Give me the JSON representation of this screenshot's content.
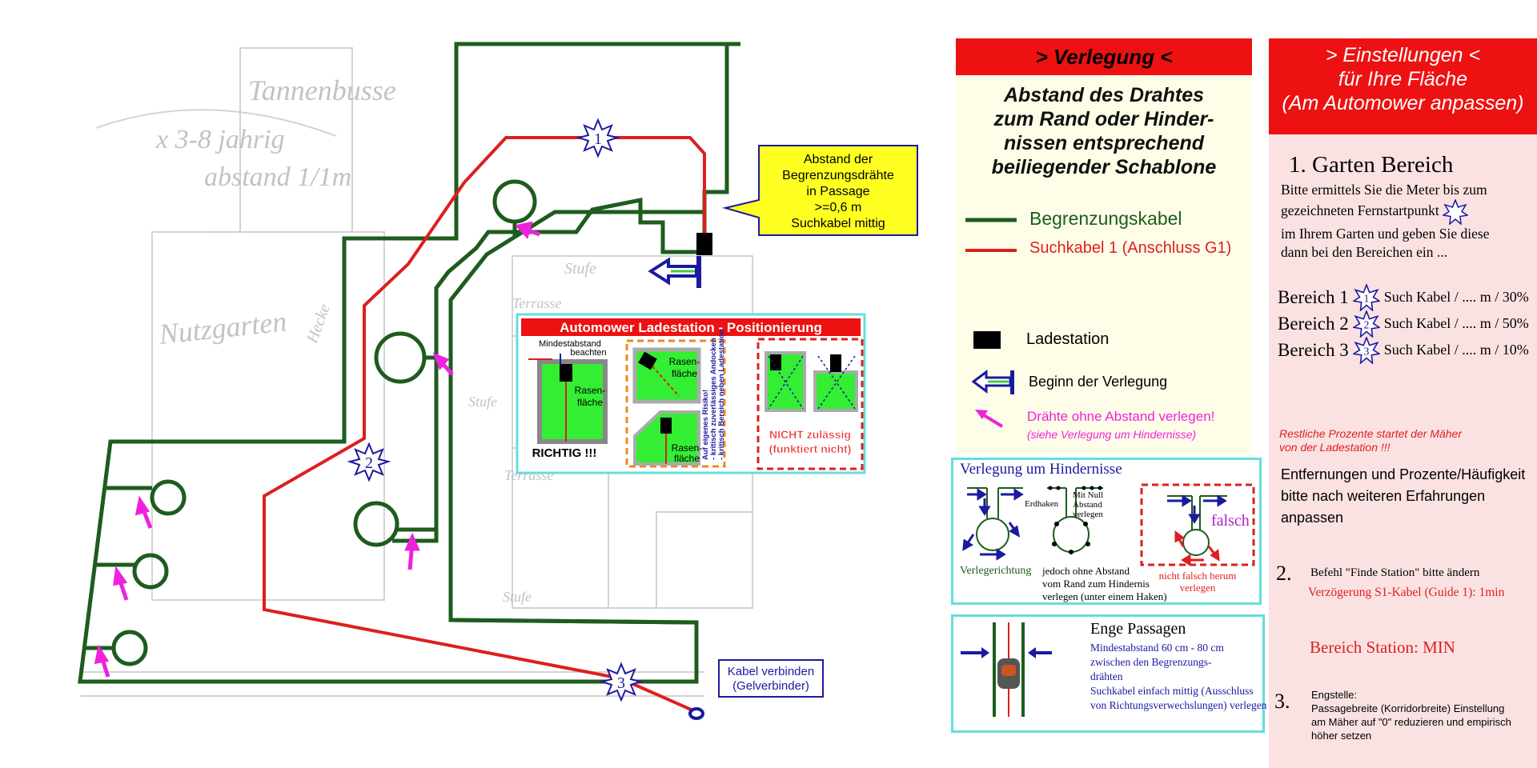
{
  "plan": {
    "callout_passage": [
      "Abstand der",
      "Begrenzungsdrähte",
      "in Passage",
      ">=0,6 m",
      "Suchkabel mittig"
    ],
    "callout_connect": [
      "Kabel verbinden",
      "(Gelverbinder)"
    ],
    "zones": [
      "1",
      "2",
      "3"
    ],
    "sketch_labels": [
      "Tannenbusse",
      "x 3-8 jahrig",
      "abstand 1/1m",
      "Nutzgarten",
      "Stufe",
      "Terrasse",
      "Terrasse",
      "Stufe",
      "Stufe",
      "Hecke"
    ]
  },
  "ladestation": {
    "title": "Automower Ladestation - Positionierung",
    "min_label": [
      "Mindestabstand",
      "beachten"
    ],
    "lawn": [
      "Rasen-",
      "fläche"
    ],
    "richtig": "RICHTIG !!!",
    "risk_lines": [
      "Auf eigenes Risiko!",
      "- kritisch zuverlässiges Andocken",
      "- kritisch Bereich neben Ladestation"
    ],
    "nicht": [
      "NICHT zulässig",
      "(funktiert nicht)"
    ]
  },
  "mid": {
    "title": "> Verlegung <",
    "intro": [
      "Abstand des Drahtes",
      "zum Rand oder Hinder-",
      "nissen entsprechend",
      "beiliegender Schablone"
    ],
    "legend": {
      "boundary": "Begrenzungskabel",
      "guide": "Suchkabel 1 (Anschluss G1)",
      "station": "Ladestation",
      "start": "Beginn der Verlegung",
      "no_gap": "Drähte ohne Abstand verlegen!",
      "no_gap_sub": "(siehe Verlegung um Hindernisse)"
    },
    "obstacles": {
      "title": "Verlegung um Hindernisse",
      "direction": "Verlegerichtung",
      "erdhaken": "Erdhaken",
      "null_gap": [
        "Mit Null",
        "Abstand",
        "verlegen"
      ],
      "no_gap_desc": [
        "jedoch ohne Abstand",
        "vom Rand zum Hindernis",
        "verlegen (unter einem Haken)"
      ],
      "falsch": "falsch",
      "wrong": [
        "nicht falsch herum",
        "verlegen"
      ]
    },
    "passage": {
      "title": "Enge Passagen",
      "lines": [
        "Mindestabstand 60 cm - 80 cm",
        "zwischen den Begrenzungs-",
        "drähten",
        "Suchkabel einfach mittig (Ausschluss",
        "von Richtungsverwechslungen) verlegen"
      ]
    }
  },
  "right": {
    "title": [
      "> Einstellungen <",
      "für Ihre Fläche",
      "(Am Automower anpassen)"
    ],
    "s1_title": "1. Garten Bereich",
    "s1_text": [
      "Bitte ermittels Sie die Meter bis zum",
      "gezeichneten Fernstartpunkt",
      "im Ihrem Garten und geben Sie diese",
      "dann bei den Bereichen ein ..."
    ],
    "areas": [
      {
        "label": "Bereich 1",
        "num": "1",
        "text": "Such Kabel / .... m / 30%"
      },
      {
        "label": "Bereich 2",
        "num": "2",
        "text": "Such Kabel / .... m / 50%"
      },
      {
        "label": "Bereich 3",
        "num": "3",
        "text": "Such Kabel / .... m / 10%"
      }
    ],
    "rest": [
      "Restliche Prozente  startet der Mäher",
      "von der Ladestation !!!"
    ],
    "adjust": [
      "Entfernungen und Prozente/Häufigkeit",
      "bitte nach weiteren Erfahrungen anpassen"
    ],
    "s2_num": "2.",
    "s2_title": "Befehl \"Finde Station\" bitte ändern",
    "s2_delay": "Verzögerung S1-Kabel (Guide 1): 1min",
    "s2_station": "Bereich Station: MIN",
    "s3_num": "3.",
    "s3_lines": [
      "Engstelle:",
      "Passagebreite (Korridorbreite) Einstellung",
      "am Mäher auf \"0\" reduzieren und empirisch",
      "höher setzen"
    ]
  },
  "colors": {
    "boundary": "#1d5c1d",
    "guide": "#dd1f1f",
    "magenta": "#ee22dd",
    "header_red": "#ee1111",
    "star": "#1a1aa0",
    "callout": "#ffff22"
  }
}
